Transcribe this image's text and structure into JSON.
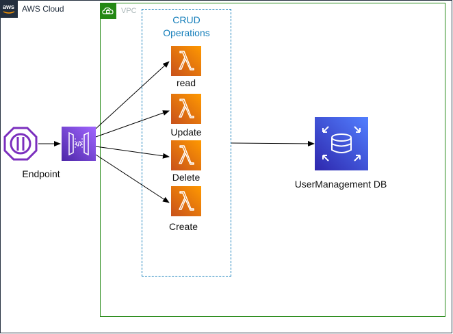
{
  "groups": {
    "aws_cloud": {
      "label": "AWS Cloud",
      "color": "#232f3e"
    },
    "vpc": {
      "label": "VPC",
      "color": "#248814"
    },
    "crud": {
      "label_line1": "CRUD",
      "label_line2": "Operations",
      "color": "#147eba"
    }
  },
  "nodes": {
    "endpoint": {
      "label": "Endpoint",
      "color": "#7b2fbe"
    },
    "api_gateway": {
      "color": "#7b2fbe"
    },
    "lambda_read": {
      "label": "read",
      "color": "#ed7100"
    },
    "lambda_update": {
      "label": "Update",
      "color": "#ed7100"
    },
    "lambda_delete": {
      "label": "Delete",
      "color": "#ed7100"
    },
    "lambda_create": {
      "label": "Create",
      "color": "#ed7100"
    },
    "database": {
      "label": "UserManagement DB",
      "color": "#3b48cc"
    }
  },
  "edges": [
    {
      "from": "endpoint",
      "to": "api_gateway"
    },
    {
      "from": "api_gateway",
      "to": "lambda_read"
    },
    {
      "from": "api_gateway",
      "to": "lambda_update"
    },
    {
      "from": "api_gateway",
      "to": "lambda_delete"
    },
    {
      "from": "api_gateway",
      "to": "lambda_create"
    },
    {
      "from": "crud",
      "to": "database"
    }
  ]
}
